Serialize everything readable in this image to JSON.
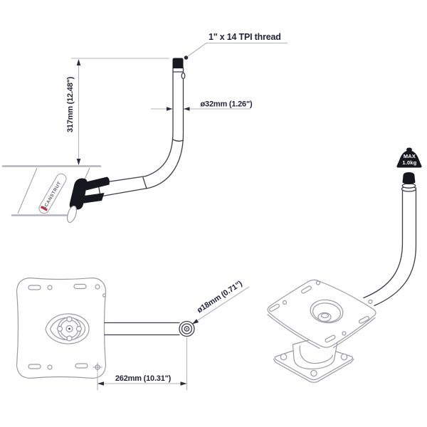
{
  "annotations": {
    "thread": "1\" x 14 TPI thread",
    "height": "317mm (12.48\")",
    "pole_diameter": "ø32mm (1.26\")",
    "tube_diameter": "ø18mm (0.71\")",
    "length": "262mm (10.31\")"
  },
  "max_load": {
    "label": "MAX",
    "value": "1.0kg"
  },
  "brand": {
    "name": "SCANSTRUT"
  },
  "colors": {
    "line_dark": "#3c3c4a",
    "line_gray": "#9a9aa4",
    "dim_line": "#b4b4bc",
    "text": "#23233a",
    "arrow": "#2c2c3c",
    "accent_red": "#d22630",
    "icon_black": "#17171f",
    "background": "#ffffff"
  }
}
